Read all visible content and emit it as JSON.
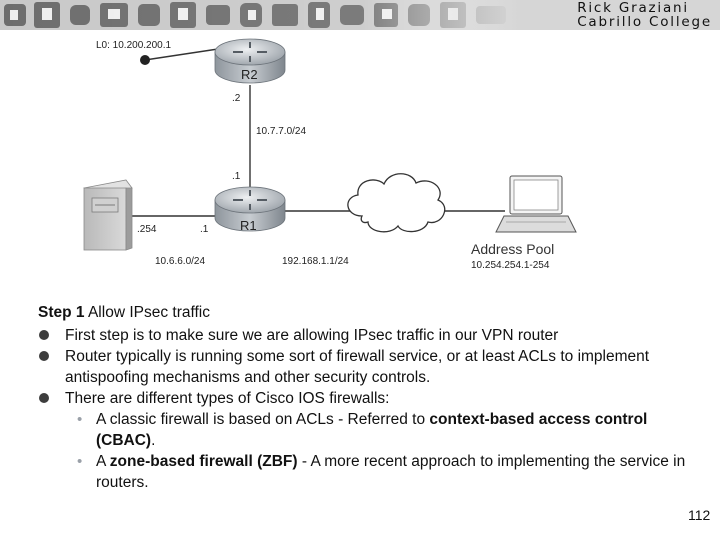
{
  "banner": {
    "line1": "Rick Graziani",
    "line2": "Cabrillo College"
  },
  "diagram": {
    "loopback_label": "L0: 10.200.200.1",
    "r2_label": "R2",
    "r2_if": ".2",
    "link_r1_r2": "10.7.7.0/24",
    "r1_if_top": ".1",
    "r1_label": "R1",
    "server_if": ".254",
    "r1_if_left": ".1",
    "lan_net": "10.6.6.0/24",
    "r1_outside": "192.168.1.1/24",
    "pool_title": "Address Pool",
    "pool_range": "10.254.254.1-254"
  },
  "slide": {
    "step_label": "Step 1",
    "step_text": " Allow IPsec traffic",
    "bullets": [
      "First step is to make sure we are allowing IPsec traffic in our VPN router",
      "Router typically is running some sort of firewall service, or at least ACLs to implement antispoofing mechanisms and other security controls.",
      "There are different types of Cisco IOS firewalls:"
    ],
    "sub1": {
      "pre": "A classic firewall is based on ACLs - Referred to ",
      "bold": "context-based access control (CBAC)",
      "post": "."
    },
    "sub2": {
      "pre": "A ",
      "bold": "zone-based firewall (ZBF)",
      "post": " - A more recent approach to implementing the service in routers."
    }
  },
  "page_number": "112"
}
